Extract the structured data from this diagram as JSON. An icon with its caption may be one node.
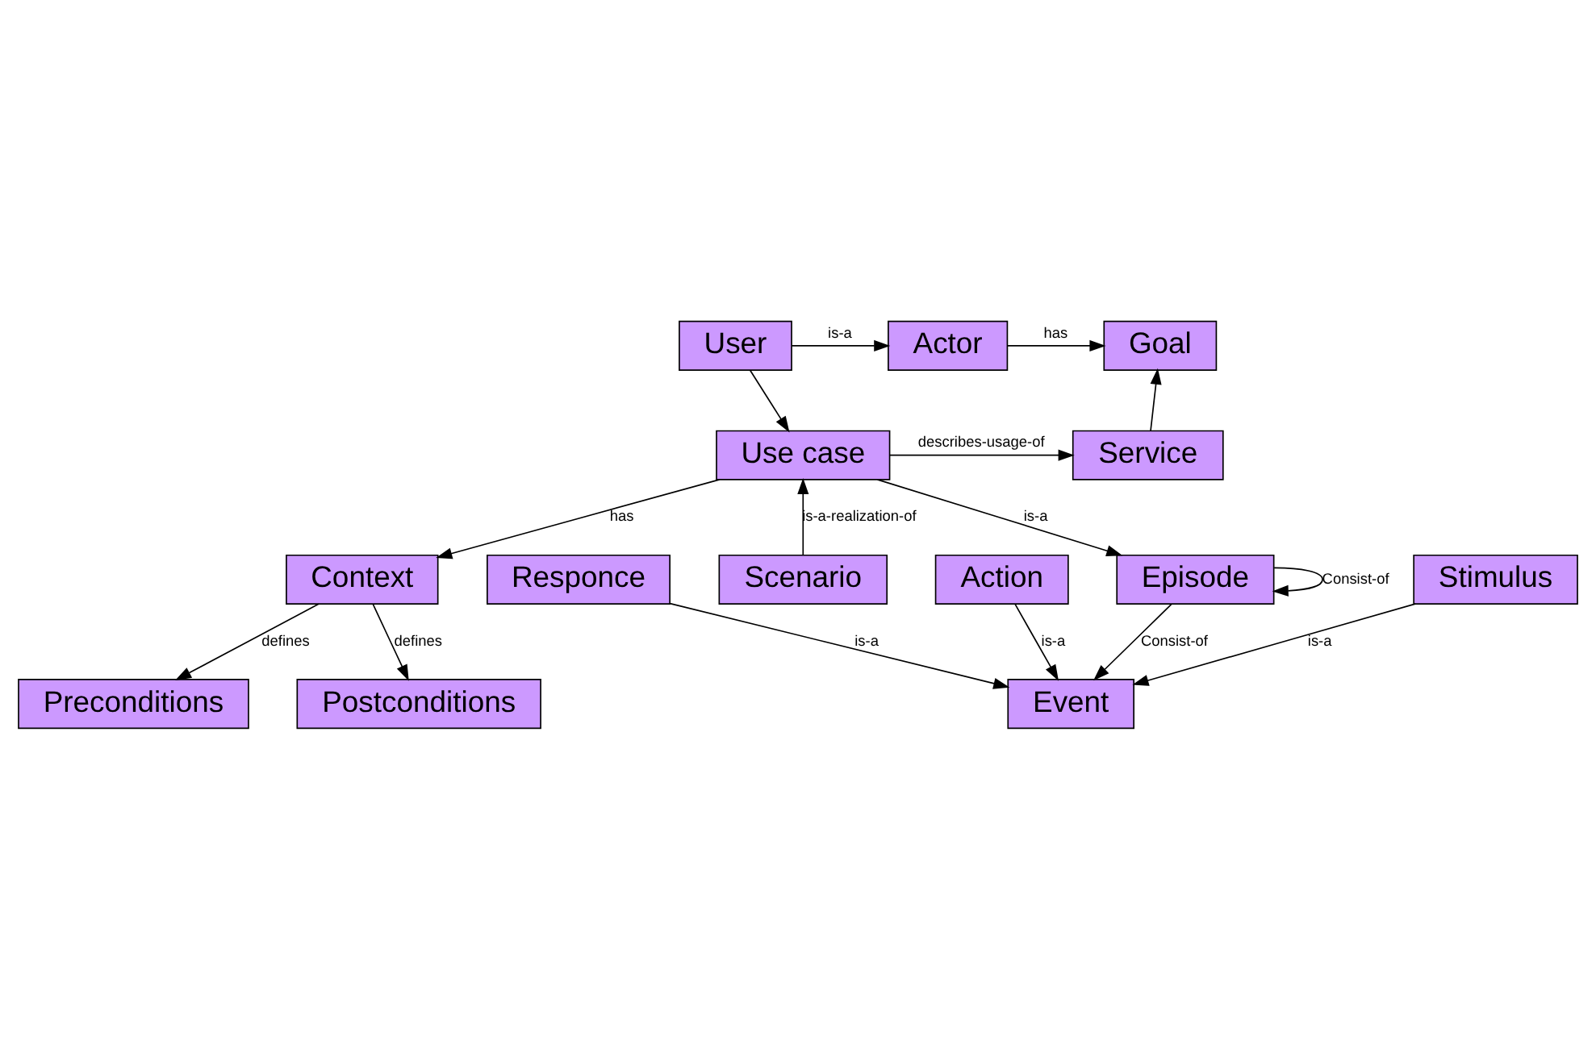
{
  "diagram": {
    "nodes": [
      {
        "text": [
          "User"
        ]
      },
      {
        "text": [
          "Actor"
        ]
      },
      {
        "text": [
          "Goal"
        ]
      },
      {
        "text": [
          "Use case"
        ]
      },
      {
        "text": [
          "Service"
        ]
      },
      {
        "text": [
          "Scenario"
        ]
      },
      {
        "text": [
          "Episode"
        ]
      },
      {
        "text": [
          "Context"
        ]
      },
      {
        "text": [
          "Preconditions"
        ]
      },
      {
        "text": [
          "Postconditions"
        ]
      },
      {
        "text": [
          "Stimulus"
        ]
      },
      {
        "text": [
          "Event"
        ]
      },
      {
        "text": [
          "Responce"
        ]
      },
      {
        "text": [
          "Action"
        ]
      }
    ],
    "edges": [
      {
        "from": 0,
        "to": 1,
        "arrow": "to",
        "label": "is-a"
      },
      {
        "from": 1,
        "to": 2,
        "arrow": "to",
        "label": "has"
      },
      {
        "from": 0,
        "to": 3,
        "arrow": "to"
      },
      {
        "from": 4,
        "to": 2,
        "arrow": "to"
      },
      {
        "from": 3,
        "to": 4,
        "arrow": "to",
        "label": "describes-usage-of"
      },
      {
        "from": 5,
        "to": 3,
        "arrow": "to",
        "label": "is-a-realization-of"
      },
      {
        "from": 3,
        "to": 6,
        "arrow": "to",
        "label": "is-a"
      },
      {
        "from": 3,
        "to": 7,
        "arrow": "to",
        "label": "has"
      },
      {
        "from": 6,
        "to": 6,
        "arrow": "to",
        "label": "Consist-of"
      },
      {
        "from": 7,
        "to": 8,
        "arrow": "to",
        "label": "defines"
      },
      {
        "from": 7,
        "to": 9,
        "arrow": "to",
        "label": "defines"
      },
      {
        "from": 6,
        "to": 11,
        "arrow": "to",
        "label": "Consist-of"
      },
      {
        "from": 10,
        "to": 11,
        "arrow": "to",
        "label": "is-a"
      },
      {
        "from": 12,
        "to": 11,
        "arrow": "to",
        "label": "is-a"
      },
      {
        "from": 13,
        "to": 11,
        "arrow": "to",
        "label": "is-a"
      }
    ]
  }
}
